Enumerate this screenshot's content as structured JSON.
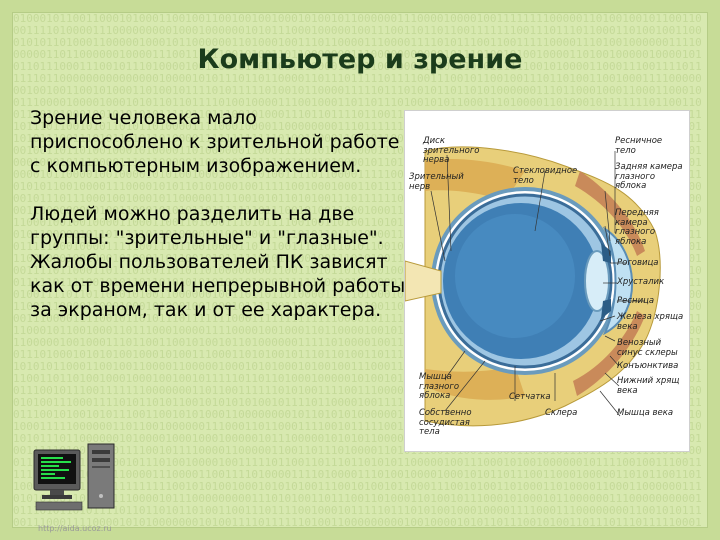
{
  "slide": {
    "title": "Компьютер и зрение",
    "paragraph1": "Зрение человека мало приспособлено к зрительной работе с компьютерным изображением.",
    "paragraph2": "Людей можно разделить на две группы: \"зрительные\" и \"глазные\". Жалобы пользователей ПК зависят как от времени непрерывной работы за экраном, так и от ее характера.",
    "footer_url": "http://aida.ucoz.ru"
  },
  "diagram": {
    "labels": {
      "optic_disc": "Диск зрительного нерва",
      "optic_nerve": "Зрительный нерв",
      "vitreous": "Стекловидное тело",
      "ciliary": "Ресничное тело",
      "posterior_chamber": "Задняя камера глазного яблока",
      "anterior_chamber": "Передняя камера глазного яблока",
      "cornea": "Роговица",
      "lens": "Хрусталик",
      "eyelash": "Ресница",
      "upper_tarsal_gland": "Железа хряща века",
      "venous_sinus": "Венозный синус склеры",
      "conjunctiva": "Конъюнктива",
      "lower_tarsus": "Нижний хрящ века",
      "eye_muscle": "Мышца глазного яблока",
      "own_vascular": "Собственно сосудистая тела",
      "retina": "Сетчатка",
      "sclera": "Склера",
      "eyelid_muscle": "Мышца века"
    }
  },
  "colors": {
    "frame": "#c7dc97",
    "panel": "#d8e9b0",
    "title": "#1b3c1b"
  },
  "icons": {
    "computer": "computer-icon"
  }
}
